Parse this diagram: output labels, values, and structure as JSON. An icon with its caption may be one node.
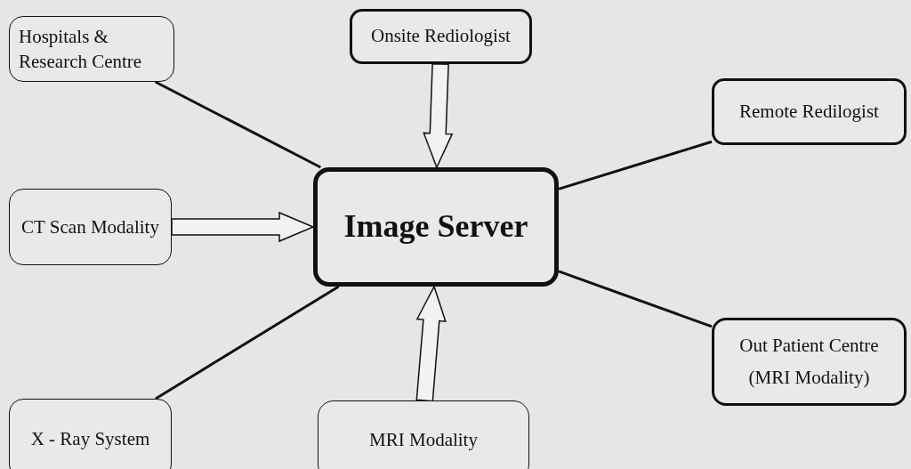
{
  "diagram": {
    "nodes": [
      {
        "text": [
          "Hospitals & Research Centre"
        ]
      },
      {
        "text": [
          "Onsite Rediologist"
        ]
      },
      {
        "text": [
          "Remote Redilogist"
        ]
      },
      {
        "text": [
          "CT Scan Modality"
        ]
      },
      {
        "text": [
          "Image Server"
        ]
      },
      {
        "text": [
          "Out Patient Centre (MRI Modality)"
        ]
      },
      {
        "text": [
          "X - Ray System"
        ]
      },
      {
        "text": [
          "MRI Modality"
        ]
      }
    ],
    "edges": [
      {
        "from": 0,
        "to": 4,
        "arrow": "none"
      },
      {
        "from": 1,
        "to": 4,
        "arrow": "to"
      },
      {
        "from": 4,
        "to": 2,
        "arrow": "none"
      },
      {
        "from": 3,
        "to": 4,
        "arrow": "to"
      },
      {
        "from": 4,
        "to": 5,
        "arrow": "none"
      },
      {
        "from": 6,
        "to": 4,
        "arrow": "none"
      },
      {
        "from": 7,
        "to": 4,
        "arrow": "to"
      }
    ]
  }
}
